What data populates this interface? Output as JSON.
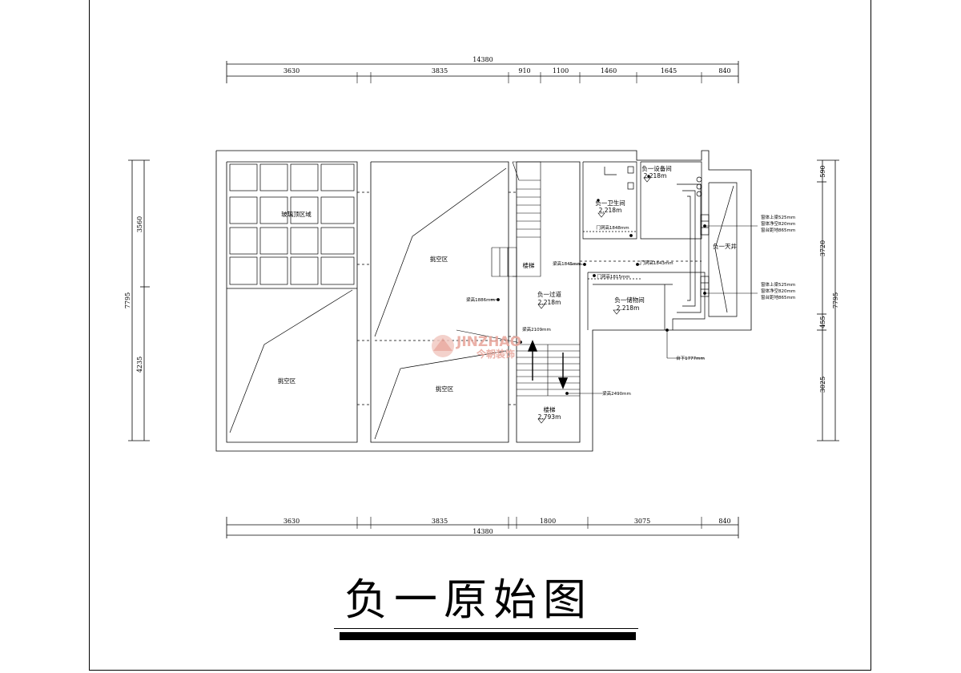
{
  "title": "负一原始图",
  "top_dims": {
    "total": "14380",
    "segments": [
      "3630",
      "3835",
      "910",
      "1100",
      "1460",
      "1645",
      "840"
    ]
  },
  "bottom_dims": {
    "total": "14380",
    "segments": [
      "3630",
      "3835",
      "1800",
      "3075",
      "840"
    ]
  },
  "left_dims": {
    "total": "7795",
    "segments": [
      "3560",
      "4235"
    ]
  },
  "right_dims": {
    "total": "7795",
    "segments": [
      "590",
      "3720",
      "455",
      "3025"
    ]
  },
  "rooms": {
    "glass_roof": "玻璃顶区域",
    "void_1": "挑空区",
    "void_2": "挑空区",
    "void_3": "挑空区",
    "stair_upper": "楼梯",
    "hall": "负一过道",
    "hall_elev": "2.218m",
    "bath": "负一卫生间",
    "bath_elev": "2.218m",
    "equip": "负一设备间",
    "equip_elev": "2.218m",
    "storage": "负一储物间",
    "storage_elev": "2.218m",
    "lightwell": "负一天井",
    "stair_lower": "楼梯",
    "stair_lower_elev": "2.793m"
  },
  "notes": {
    "beam_1": "梁高1886mm",
    "beam_2": "梁高2109mm",
    "beam_3": "梁高1845mm",
    "beam_4": "梁高2490mm",
    "door_1": "门洞高1848mm",
    "door_2": "门洞高1843mm",
    "door_3": "门洞高1815mm",
    "step": "台下1777mm",
    "r1a": "窗体上梁525mm",
    "r1b": "窗体净空820mm",
    "r1c": "窗台距地865mm",
    "r2a": "窗体上梁525mm",
    "r2b": "窗体净空820mm",
    "r2c": "窗台距地865mm"
  },
  "watermark": {
    "latin": "JINZHAO",
    "cn": "今朝装饰",
    "color": "#e8a49a"
  }
}
